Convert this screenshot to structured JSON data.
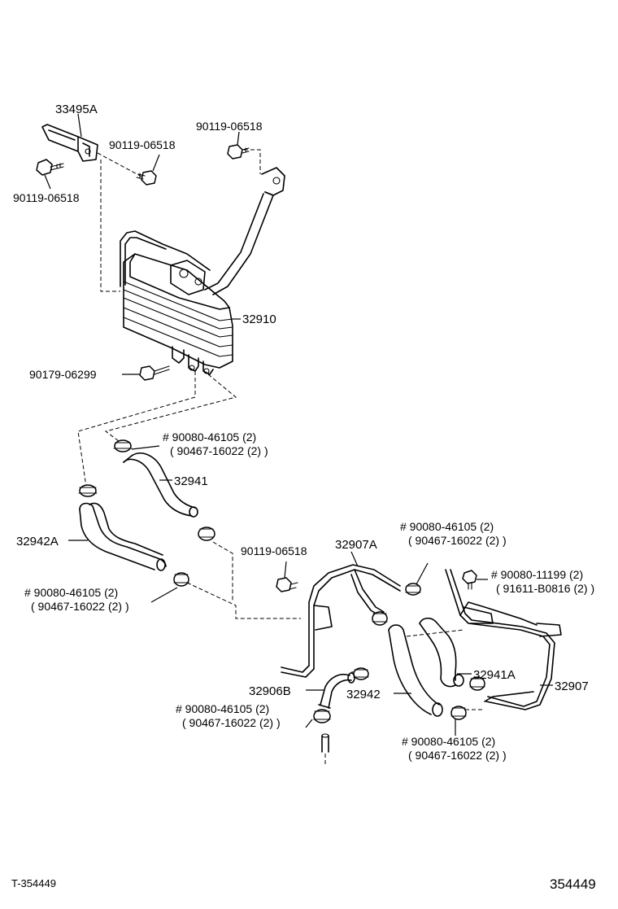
{
  "labels": {
    "bracket": "33495A",
    "bolt_upper_mid": "90119-06518",
    "bolt_upper_right": "90119-06518",
    "bolt_upper_left": "90119-06518",
    "cooler": "32910",
    "bolt_cooler": "90179-06299",
    "clamp_a_1": "# 90080-46105 (2)",
    "clamp_a_2": "( 90467-16022 (2) )",
    "hose_32941": "32941",
    "hose_32942a": "32942A",
    "bolt_mid": "90119-06518",
    "pipe_32907a": "32907A",
    "clamp_b_1": "# 90080-46105 (2)",
    "clamp_b_2": "( 90467-16022 (2) )",
    "clamp_c_1": "# 90080-46105 (2)",
    "clamp_c_2": "( 90467-16022 (2) )",
    "clamp_d_1": "# 90080-11199 (2)",
    "clamp_d_2": "( 91611-B0816 (2) )",
    "hose_32941a": "32941A",
    "pipe_32907": "32907",
    "hose_32906b": "32906B",
    "hose_32942": "32942",
    "clamp_e_1": "# 90080-46105 (2)",
    "clamp_e_2": "( 90467-16022 (2) )",
    "clamp_f_1": "# 90080-46105 (2)",
    "clamp_f_2": "( 90467-16022 (2) )"
  },
  "footer": {
    "left": "T-354449",
    "right": "354449"
  }
}
